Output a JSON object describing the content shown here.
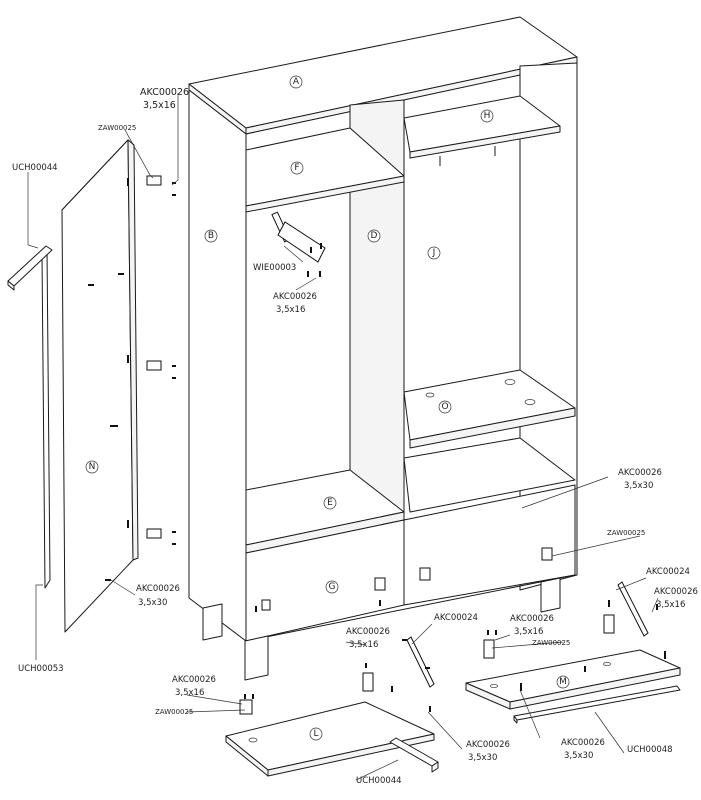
{
  "diagram": {
    "letters": {
      "A": "A",
      "B": "B",
      "D": "D",
      "E": "E",
      "F": "F",
      "G": "G",
      "H": "H",
      "J": "J",
      "L": "L",
      "M": "M",
      "N": "N",
      "O": "O"
    },
    "labels": {
      "akc26_top_code": "AKC00026",
      "akc26_top_size": "3,5x16",
      "zaw25_top": "ZAW00025",
      "uch44_left": "UCH00044",
      "wie3": "WIE00003",
      "akc26_mid_code": "AKC00026",
      "akc26_mid_size": "3,5x16",
      "akc26_door_code": "AKC00026",
      "akc26_door_size": "3,5x30",
      "uch53": "UCH00053",
      "akc26_right_code": "AKC00026",
      "akc26_right_size": "3,5x30",
      "zaw25_right": "ZAW00025",
      "akc24_right": "AKC00024",
      "akc26_farright_code": "AKC00026",
      "akc26_farright_size": "3,5x16",
      "akc26_c1_code": "AKC00026",
      "akc26_c1_size": "3,5x16",
      "akc24_center": "AKC00024",
      "akc26_c2_code": "AKC00026",
      "akc26_c2_size": "3,5x16",
      "zaw25_center": "ZAW00025",
      "akc26_bl_code": "AKC00026",
      "akc26_bl_size": "3,5x16",
      "zaw25_bl": "ZAW00025",
      "akc26_bc_code": "AKC00026",
      "akc26_bc_size": "3,5x30",
      "akc26_br_code": "AKC00026",
      "akc26_br_size": "3,5x30",
      "uch48": "UCH00048",
      "uch44_bottom": "UCH00044"
    }
  }
}
